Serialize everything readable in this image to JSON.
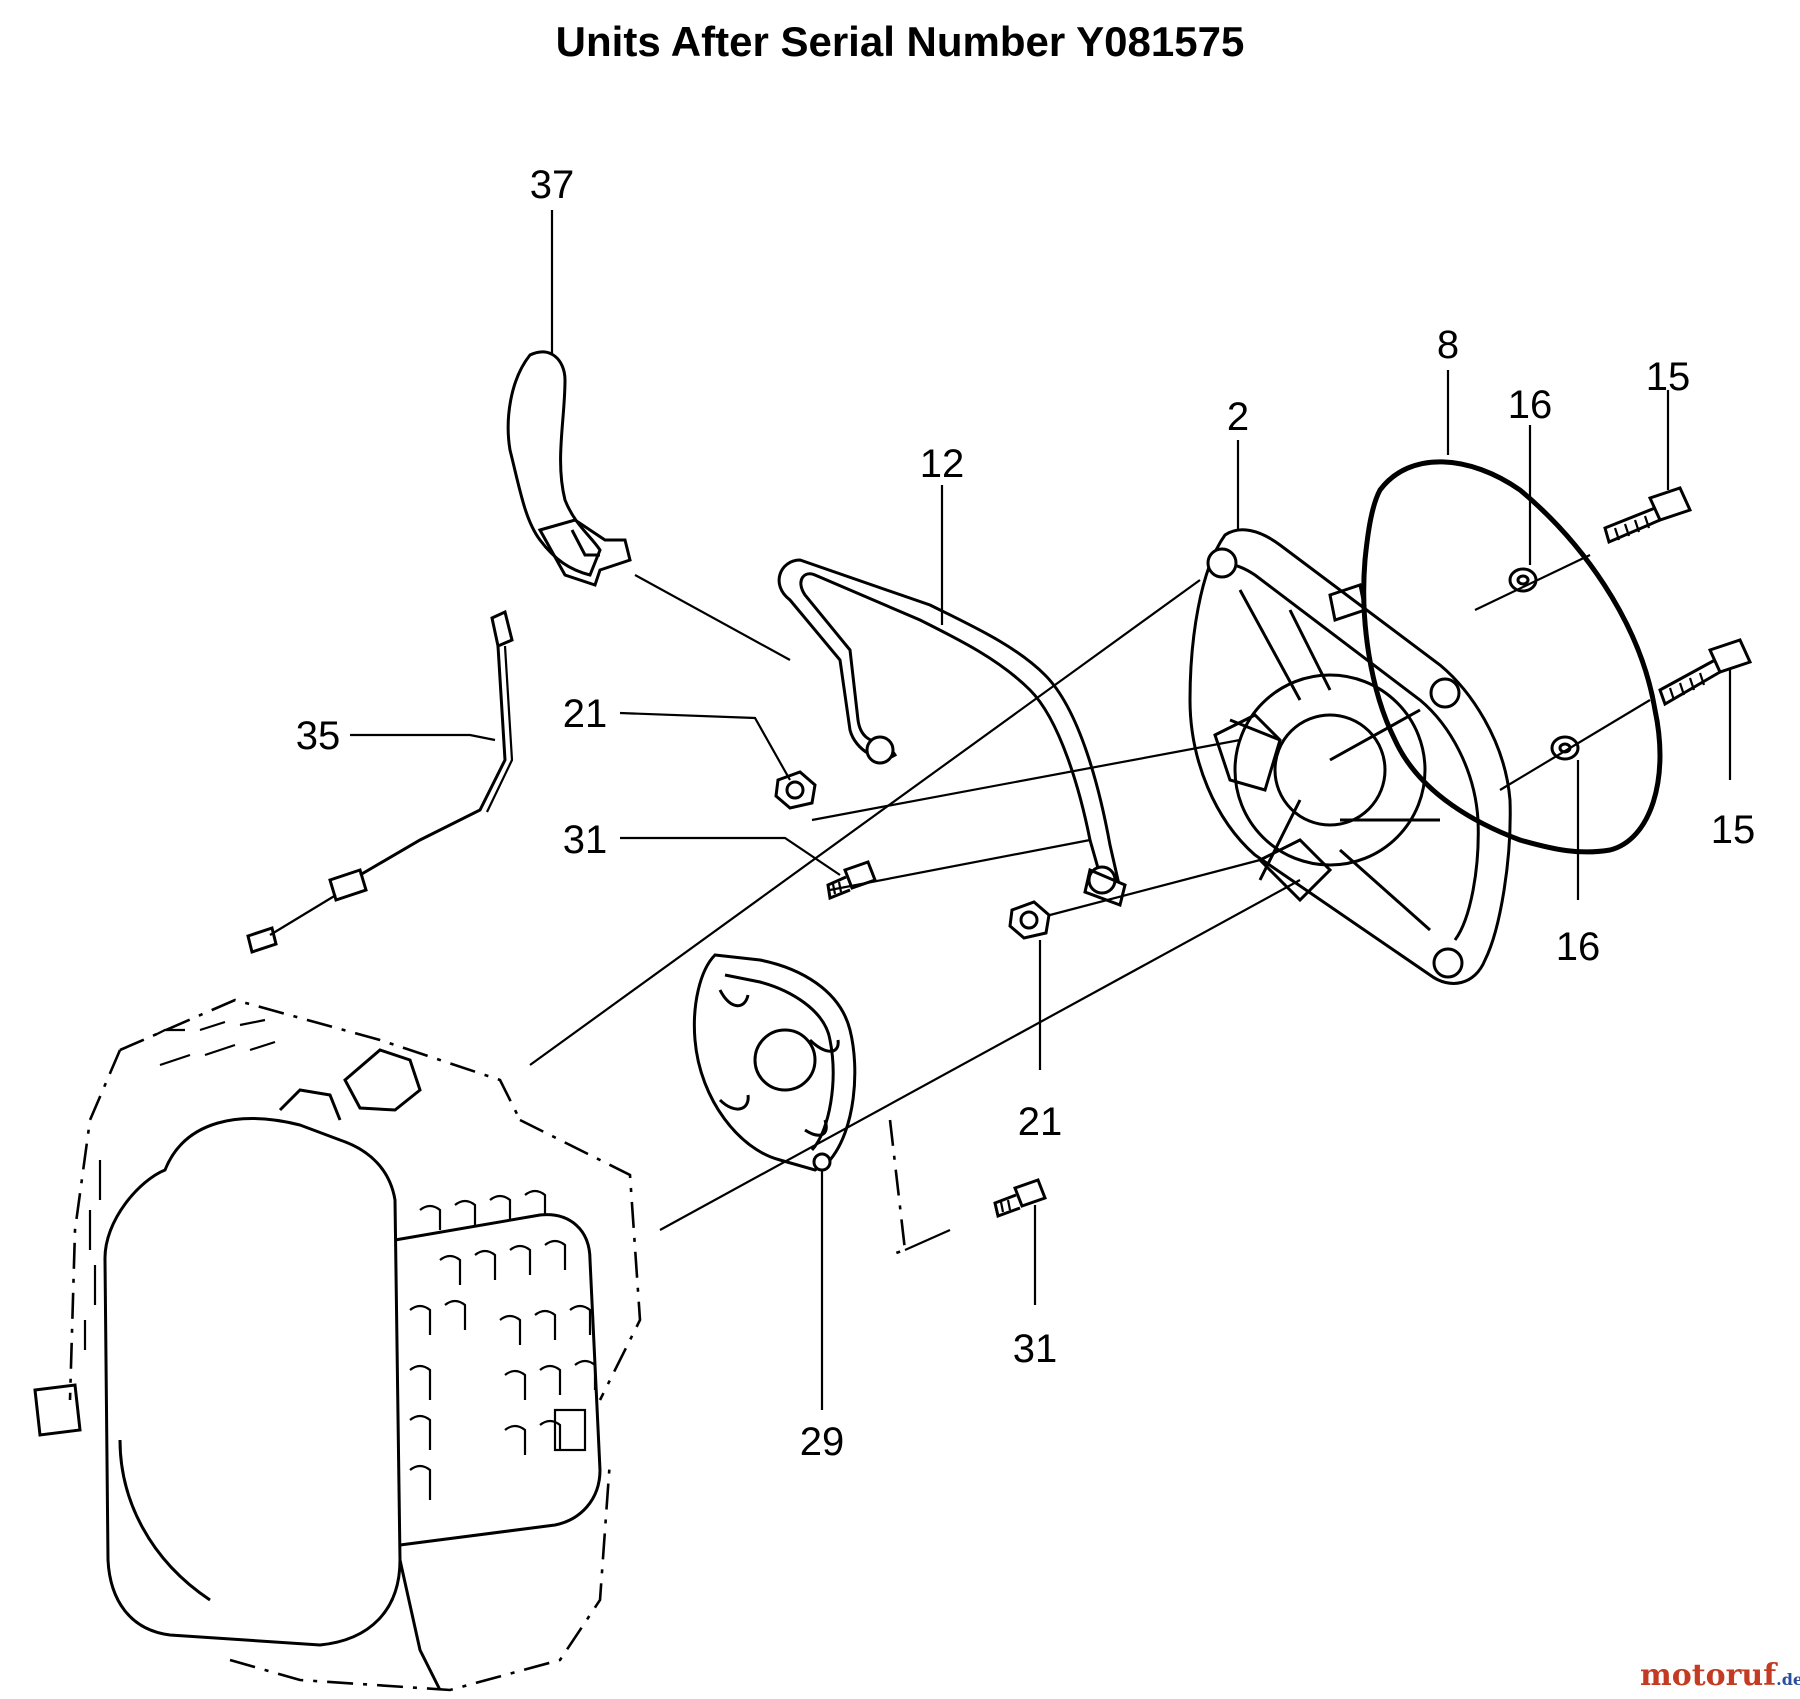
{
  "title": "Units After Serial Number Y081575",
  "callouts": {
    "p37": "37",
    "p12": "12",
    "p2": "2",
    "p8": "8",
    "p16a": "16",
    "p15a": "15",
    "p35": "35",
    "p21a": "21",
    "p31a": "31",
    "p15b": "15",
    "p16b": "16",
    "p21b": "21",
    "p29": "29",
    "p31b": "31"
  },
  "watermark": {
    "text_main": "motoruf",
    "text_suffix": ".de",
    "color_main": "#c23b22",
    "color_dot": "#2a4f9e"
  }
}
